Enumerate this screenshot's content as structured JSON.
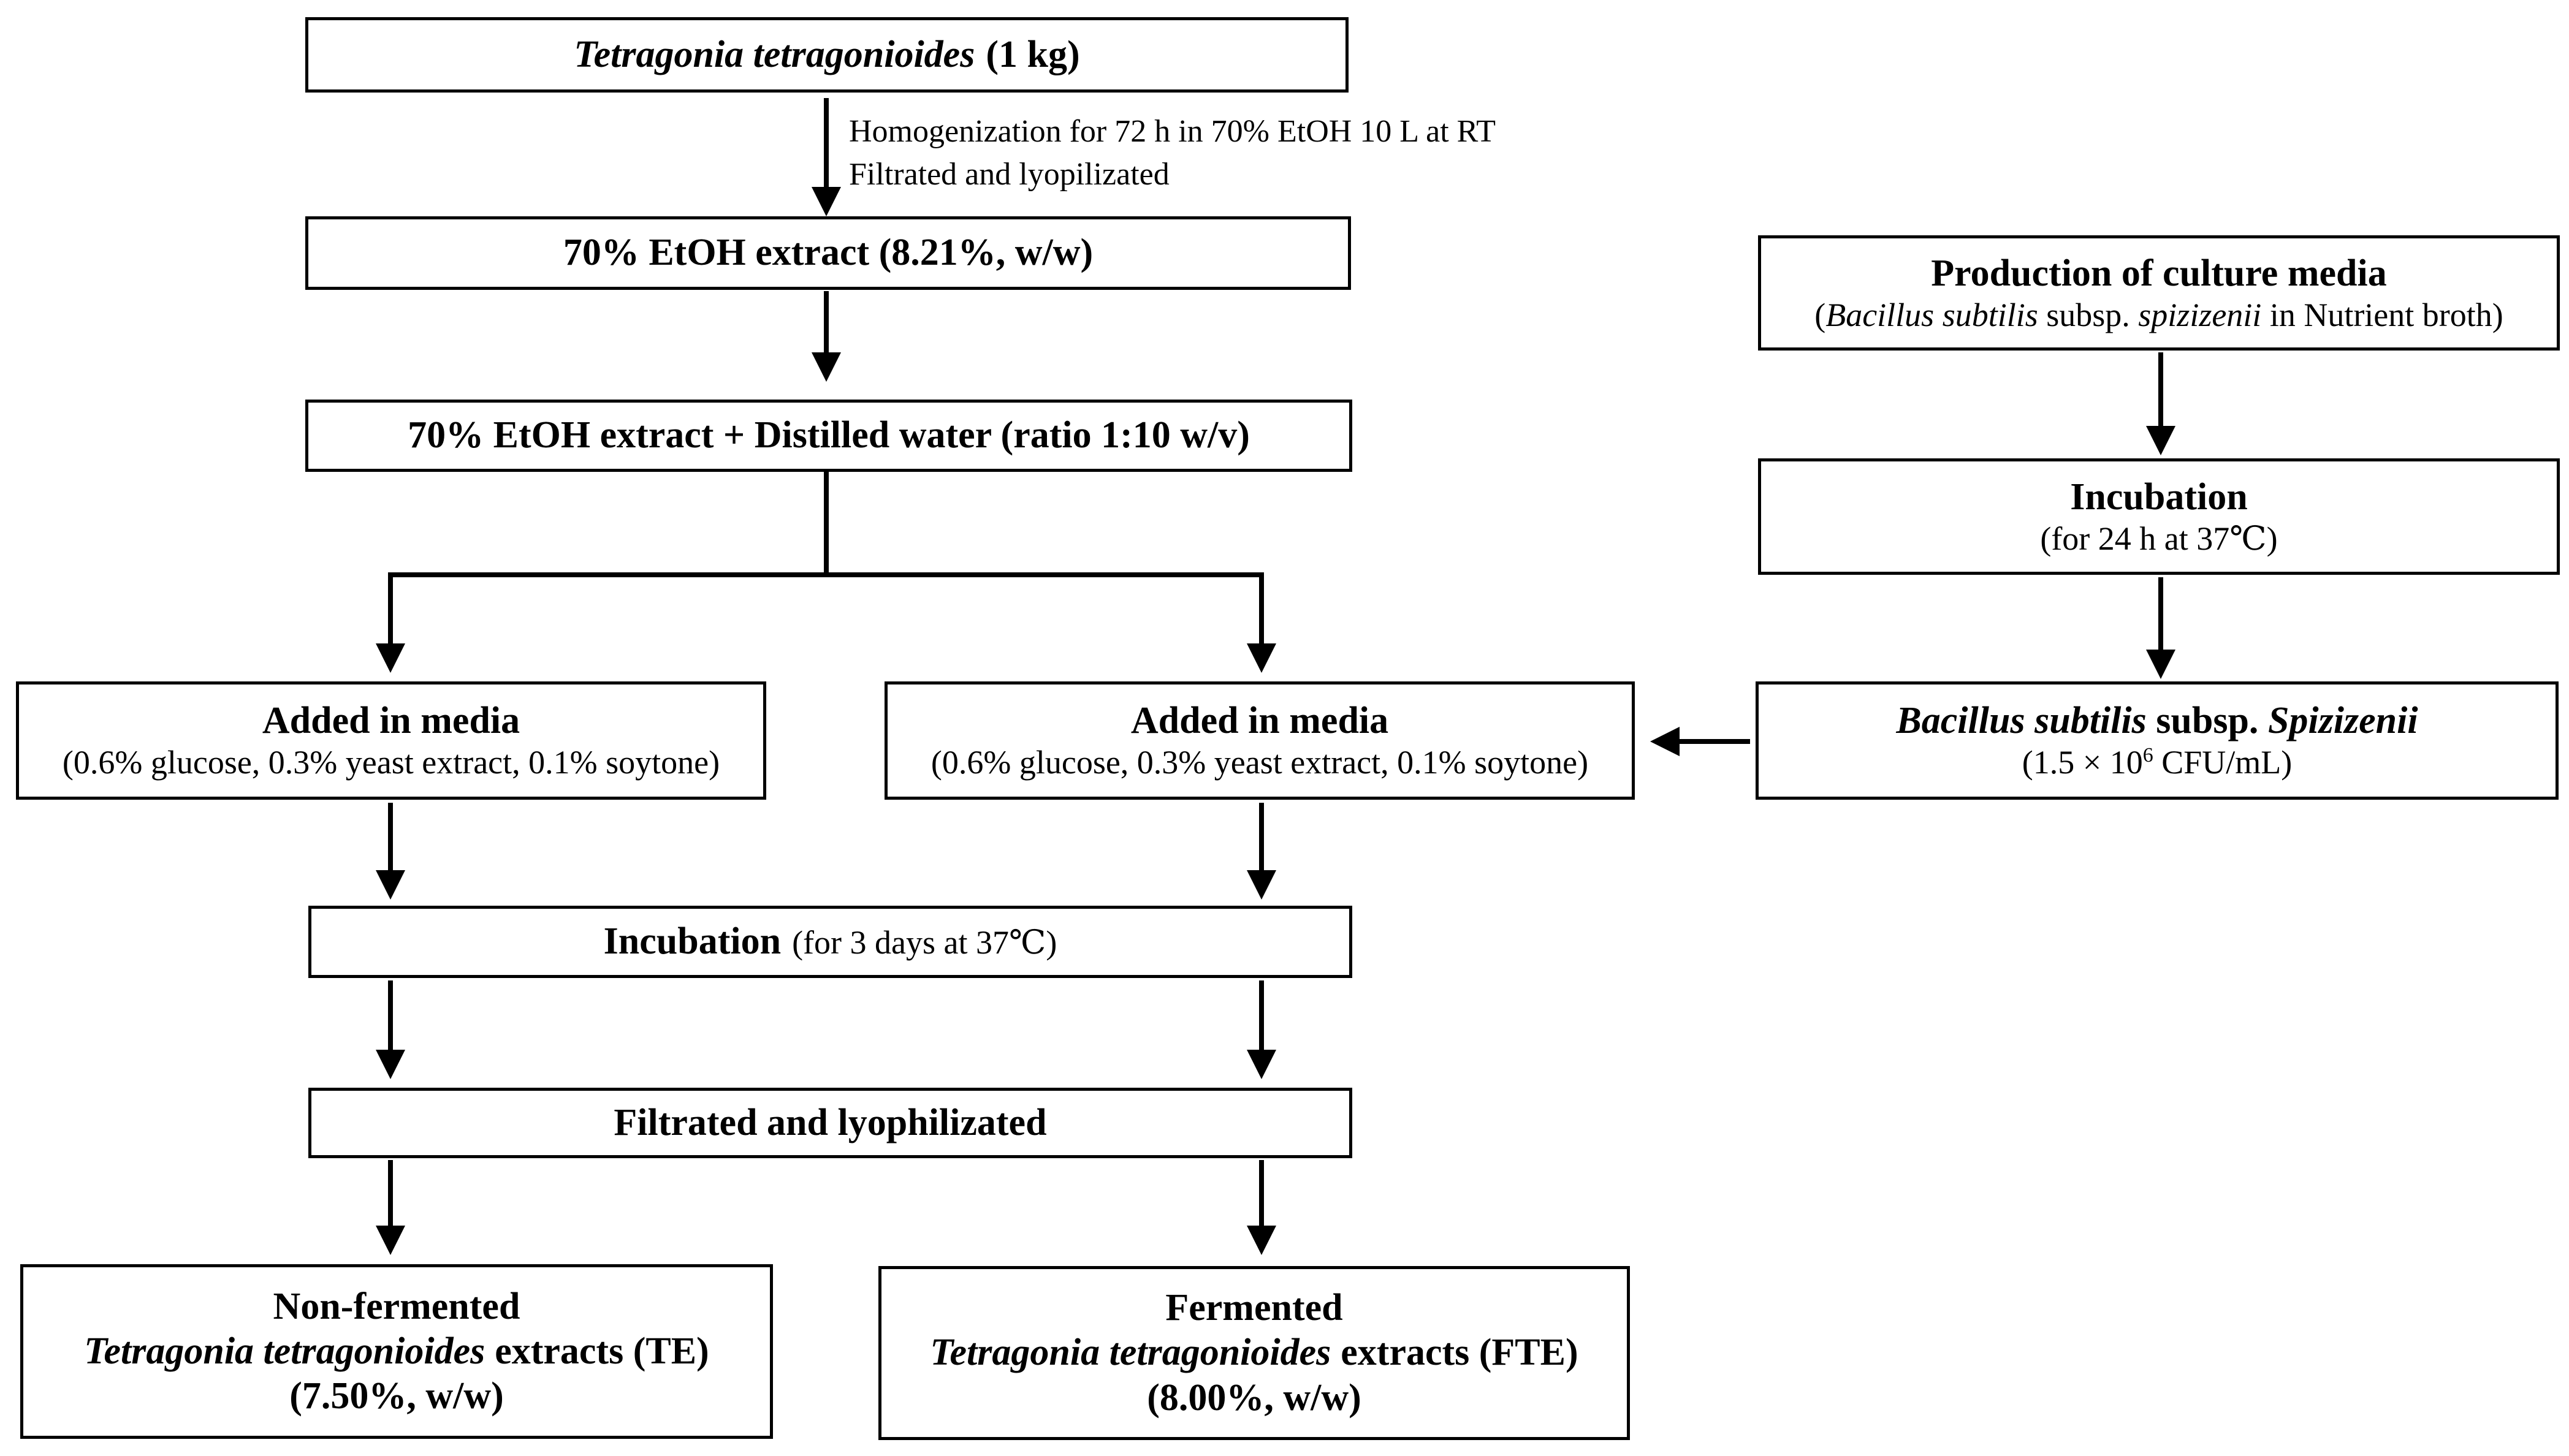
{
  "nodes": {
    "start": {
      "species": "Tetragonia tetragonioides",
      "amount": "(1 kg)"
    },
    "step_note": {
      "line1": "Homogenization for 72 h in 70% EtOH 10 L at RT",
      "line2": "Filtrated and lyopilizated"
    },
    "ethanol_extract": {
      "label": "70% EtOH extract (8.21%, w/w)"
    },
    "extract_water": {
      "label": "70% EtOH extract + Distilled water (ratio 1:10 w/v)"
    },
    "media_left": {
      "title": "Added in media",
      "detail": "(0.6% glucose, 0.3% yeast extract, 0.1% soytone)"
    },
    "media_right": {
      "title": "Added in media",
      "detail": "(0.6% glucose, 0.3% yeast extract, 0.1% soytone)"
    },
    "incubation_main": {
      "title": "Incubation",
      "detail": "(for 3 days at 37℃)"
    },
    "filtration": {
      "label": "Filtrated and lyophilizated"
    },
    "result_te": {
      "line1": "Non-fermented",
      "species": "Tetragonia tetragonioides",
      "suffix": "extracts (TE)",
      "yield": "(7.50%, w/w)"
    },
    "result_fte": {
      "line1": "Fermented",
      "species": "Tetragonia tetragonioides",
      "suffix": "extracts (FTE)",
      "yield": "(8.00%, w/w)"
    },
    "culture_media": {
      "title": "Production of culture media",
      "open": "(",
      "organism": "Bacillus subtilis",
      "subsp": "subsp.",
      "strain": "spizizenii",
      "rest": "in Nutrient broth)"
    },
    "incubation_culture": {
      "title": "Incubation",
      "detail": "(for 24 h at 37℃)"
    },
    "bacillus": {
      "organism": "Bacillus subtilis",
      "subsp": "subsp.",
      "strain": "Spizizenii",
      "count_prefix": "(1.5 × 10",
      "count_exp": "6",
      "count_suffix": " CFU/mL)"
    }
  }
}
